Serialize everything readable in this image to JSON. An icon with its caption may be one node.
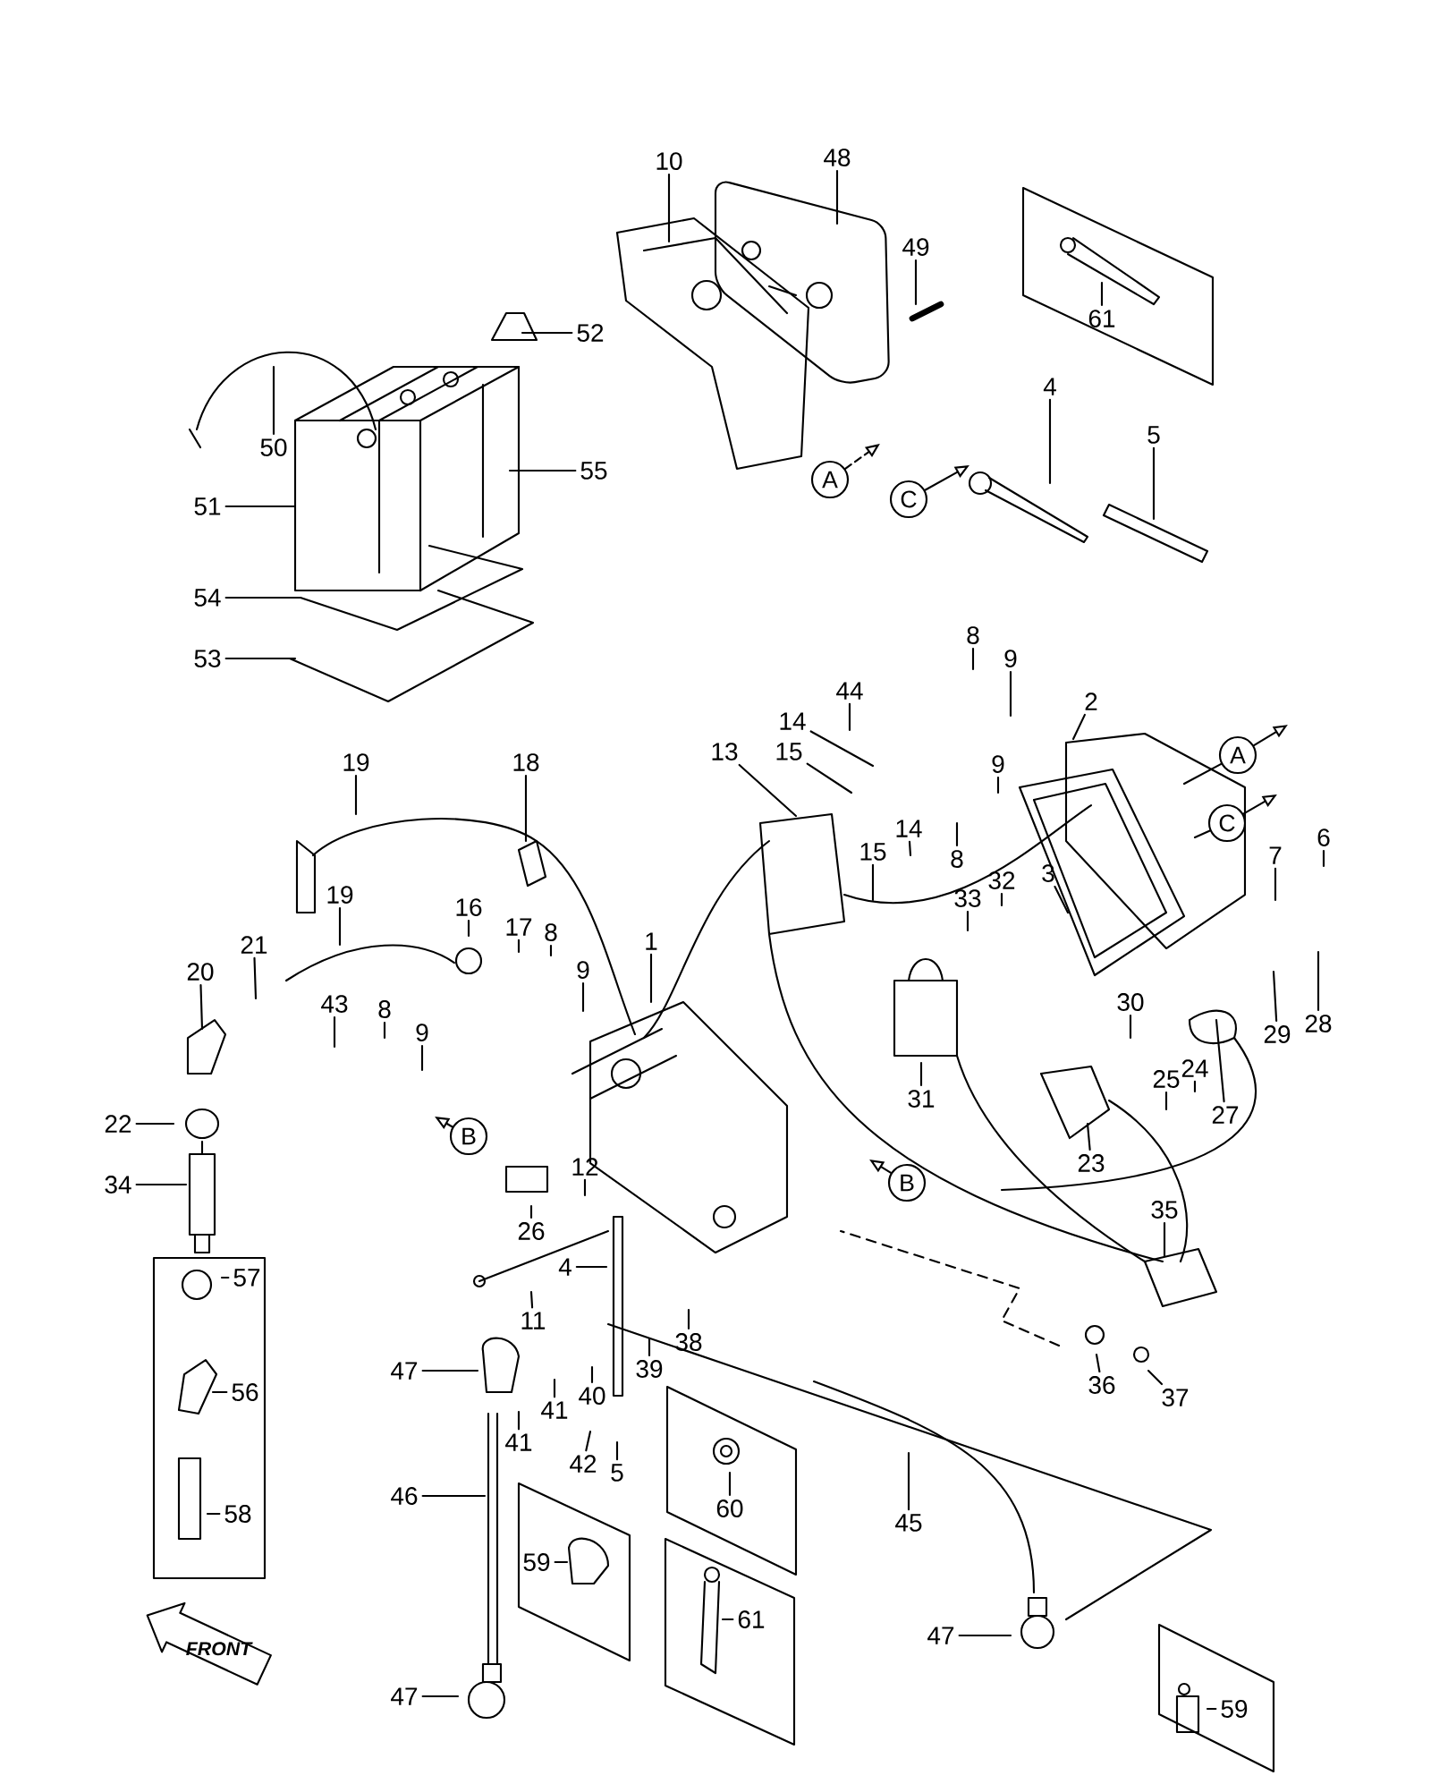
{
  "diagram": {
    "nodes": [
      {
        "text": [
          "10"
        ]
      },
      {
        "text": [
          "48"
        ]
      },
      {
        "text": [
          "49"
        ]
      },
      {
        "text": [
          "52"
        ]
      },
      {
        "text": [
          "50"
        ]
      },
      {
        "text": [
          "55"
        ]
      },
      {
        "text": [
          "51"
        ]
      },
      {
        "text": [
          "54"
        ]
      },
      {
        "text": [
          "53"
        ]
      },
      {
        "text": [],
        "shape": "box"
      },
      {
        "text": [
          "61"
        ],
        "in": 9
      },
      {
        "text": [
          "A"
        ]
      },
      {
        "text": [
          "C"
        ]
      },
      {
        "text": [
          "4"
        ]
      },
      {
        "text": [
          "5"
        ]
      },
      {
        "text": [
          "8"
        ]
      },
      {
        "text": [
          "9"
        ]
      },
      {
        "text": [
          "2"
        ]
      },
      {
        "text": [
          "44"
        ]
      },
      {
        "text": [
          "14"
        ]
      },
      {
        "text": [
          "15"
        ]
      },
      {
        "text": [
          "13"
        ]
      },
      {
        "text": [
          "A"
        ]
      },
      {
        "text": [
          "C"
        ]
      },
      {
        "text": [
          "8"
        ]
      },
      {
        "text": [
          "9"
        ]
      },
      {
        "text": [
          "14"
        ]
      },
      {
        "text": [
          "15"
        ]
      },
      {
        "text": [
          "3"
        ]
      },
      {
        "text": [
          "33"
        ]
      },
      {
        "text": [
          "32"
        ]
      },
      {
        "text": [
          "7"
        ]
      },
      {
        "text": [
          "6"
        ]
      },
      {
        "text": [
          "28"
        ]
      },
      {
        "text": [
          "29"
        ]
      },
      {
        "text": [
          "30"
        ]
      },
      {
        "text": [
          "27"
        ]
      },
      {
        "text": [
          "24"
        ]
      },
      {
        "text": [
          "25"
        ]
      },
      {
        "text": [
          "31"
        ]
      },
      {
        "text": [
          "23"
        ]
      },
      {
        "text": [
          "B"
        ]
      },
      {
        "text": [
          "35"
        ]
      },
      {
        "text": [
          "19"
        ]
      },
      {
        "text": [
          "18"
        ]
      },
      {
        "text": [
          "19"
        ]
      },
      {
        "text": [
          "16"
        ]
      },
      {
        "text": [
          "17"
        ]
      },
      {
        "text": [
          "8"
        ]
      },
      {
        "text": [
          "9"
        ]
      },
      {
        "text": [
          "1"
        ]
      },
      {
        "text": [
          "21"
        ]
      },
      {
        "text": [
          "20"
        ]
      },
      {
        "text": [
          "43"
        ]
      },
      {
        "text": [
          "8"
        ]
      },
      {
        "text": [
          "9"
        ]
      },
      {
        "text": [
          "B"
        ]
      },
      {
        "text": [
          "22"
        ]
      },
      {
        "text": [
          "34"
        ]
      },
      {
        "text": [
          "26"
        ]
      },
      {
        "text": [
          "12"
        ]
      },
      {
        "text": [
          "4"
        ]
      },
      {
        "text": [
          "11"
        ]
      },
      {
        "text": [
          "38"
        ]
      },
      {
        "text": [
          "39"
        ]
      },
      {
        "text": [
          "40"
        ]
      },
      {
        "text": [
          "41"
        ]
      },
      {
        "text": [
          "41"
        ]
      },
      {
        "text": [
          "42"
        ]
      },
      {
        "text": [
          "5"
        ]
      },
      {
        "text": [
          "47"
        ]
      },
      {
        "text": [
          "46"
        ]
      },
      {
        "text": [
          "47"
        ]
      },
      {
        "text": [
          "45"
        ]
      },
      {
        "text": [
          "36"
        ]
      },
      {
        "text": [
          "37"
        ]
      },
      {
        "text": [
          "47"
        ]
      },
      {
        "text": [],
        "shape": "box"
      },
      {
        "text": [
          "57"
        ],
        "in": 77
      },
      {
        "text": [
          "56"
        ],
        "in": 77
      },
      {
        "text": [
          "58"
        ],
        "in": 77
      },
      {
        "text": [],
        "shape": "box"
      },
      {
        "text": [
          "60"
        ],
        "in": 81
      },
      {
        "text": [],
        "shape": "box"
      },
      {
        "text": [
          "59"
        ],
        "in": 83
      },
      {
        "text": [],
        "shape": "box"
      },
      {
        "text": [
          "61"
        ],
        "in": 85
      },
      {
        "text": [],
        "shape": "box"
      },
      {
        "text": [
          "59"
        ],
        "in": 87
      }
    ],
    "edges": [
      {
        "from": 0,
        "to": null,
        "arrow": "none"
      },
      {
        "from": 1,
        "to": null,
        "arrow": "none"
      },
      {
        "from": 2,
        "to": null,
        "arrow": "none"
      },
      {
        "from": 3,
        "to": null,
        "arrow": "none"
      },
      {
        "from": 4,
        "to": null,
        "arrow": "none"
      },
      {
        "from": 5,
        "to": null,
        "arrow": "none"
      },
      {
        "from": 6,
        "to": null,
        "arrow": "none"
      },
      {
        "from": 7,
        "to": null,
        "arrow": "none"
      },
      {
        "from": 8,
        "to": null,
        "arrow": "none"
      },
      {
        "from": 10,
        "to": null,
        "arrow": "none"
      },
      {
        "from": 11,
        "to": null,
        "arrow": "to",
        "style": "dashed"
      },
      {
        "from": 12,
        "to": null,
        "arrow": "to"
      },
      {
        "from": 13,
        "to": null,
        "arrow": "none"
      },
      {
        "from": 14,
        "to": null,
        "arrow": "none"
      },
      {
        "from": 15,
        "to": null,
        "arrow": "none"
      },
      {
        "from": 16,
        "to": null,
        "arrow": "none"
      },
      {
        "from": 17,
        "to": null,
        "arrow": "none"
      },
      {
        "from": 18,
        "to": null,
        "arrow": "none"
      },
      {
        "from": 19,
        "to": null,
        "arrow": "none"
      },
      {
        "from": 20,
        "to": null,
        "arrow": "none"
      },
      {
        "from": 21,
        "to": null,
        "arrow": "none"
      },
      {
        "from": 22,
        "to": null,
        "arrow": "to"
      },
      {
        "from": 22,
        "to": null,
        "arrow": "none"
      },
      {
        "from": 23,
        "to": null,
        "arrow": "to"
      },
      {
        "from": 23,
        "to": null,
        "arrow": "none"
      },
      {
        "from": 24,
        "to": null,
        "arrow": "none"
      },
      {
        "from": 25,
        "to": null,
        "arrow": "none"
      },
      {
        "from": 26,
        "to": null,
        "arrow": "none"
      },
      {
        "from": 27,
        "to": null,
        "arrow": "none"
      },
      {
        "from": 28,
        "to": null,
        "arrow": "none"
      },
      {
        "from": 29,
        "to": null,
        "arrow": "none"
      },
      {
        "from": 30,
        "to": null,
        "arrow": "none"
      },
      {
        "from": 31,
        "to": null,
        "arrow": "none"
      },
      {
        "from": 32,
        "to": null,
        "arrow": "none"
      },
      {
        "from": 33,
        "to": null,
        "arrow": "none"
      },
      {
        "from": 34,
        "to": null,
        "arrow": "none"
      },
      {
        "from": 35,
        "to": null,
        "arrow": "none"
      },
      {
        "from": 36,
        "to": null,
        "arrow": "none"
      },
      {
        "from": 37,
        "to": null,
        "arrow": "none"
      },
      {
        "from": 38,
        "to": null,
        "arrow": "none"
      },
      {
        "from": 39,
        "to": null,
        "arrow": "none"
      },
      {
        "from": 40,
        "to": null,
        "arrow": "none"
      },
      {
        "from": 41,
        "to": null,
        "arrow": "to"
      },
      {
        "from": 42,
        "to": null,
        "arrow": "none"
      },
      {
        "from": 43,
        "to": null,
        "arrow": "none"
      },
      {
        "from": 44,
        "to": null,
        "arrow": "none"
      },
      {
        "from": 45,
        "to": null,
        "arrow": "none"
      },
      {
        "from": 46,
        "to": null,
        "arrow": "none"
      },
      {
        "from": 47,
        "to": null,
        "arrow": "none"
      },
      {
        "from": 48,
        "to": null,
        "arrow": "none"
      },
      {
        "from": 49,
        "to": null,
        "arrow": "none"
      },
      {
        "from": 50,
        "to": null,
        "arrow": "none"
      },
      {
        "from": 51,
        "to": null,
        "arrow": "none"
      },
      {
        "from": 52,
        "to": null,
        "arrow": "none"
      },
      {
        "from": 53,
        "to": null,
        "arrow": "none"
      },
      {
        "from": 54,
        "to": null,
        "arrow": "none"
      },
      {
        "from": 55,
        "to": null,
        "arrow": "none"
      },
      {
        "from": 56,
        "to": null,
        "arrow": "to"
      },
      {
        "from": 57,
        "to": null,
        "arrow": "none"
      },
      {
        "from": 58,
        "to": null,
        "arrow": "none"
      },
      {
        "from": 59,
        "to": null,
        "arrow": "none"
      },
      {
        "from": 60,
        "to": null,
        "arrow": "none"
      },
      {
        "from": 61,
        "to": null,
        "arrow": "none"
      },
      {
        "from": 62,
        "to": null,
        "arrow": "none"
      },
      {
        "from": 63,
        "to": null,
        "arrow": "none"
      },
      {
        "from": 64,
        "to": null,
        "arrow": "none"
      },
      {
        "from": 65,
        "to": null,
        "arrow": "none"
      },
      {
        "from": 66,
        "to": null,
        "arrow": "none"
      },
      {
        "from": 67,
        "to": null,
        "arrow": "none"
      },
      {
        "from": 68,
        "to": null,
        "arrow": "none"
      },
      {
        "from": 69,
        "to": null,
        "arrow": "none"
      },
      {
        "from": 70,
        "to": null,
        "arrow": "none"
      },
      {
        "from": 71,
        "to": null,
        "arrow": "none"
      },
      {
        "from": 72,
        "to": null,
        "arrow": "none"
      },
      {
        "from": 73,
        "to": null,
        "arrow": "none"
      },
      {
        "from": 74,
        "to": null,
        "arrow": "none"
      },
      {
        "from": 75,
        "to": null,
        "arrow": "none"
      },
      {
        "from": 76,
        "to": null,
        "arrow": "none"
      },
      {
        "from": 78,
        "to": null,
        "arrow": "none"
      },
      {
        "from": 79,
        "to": null,
        "arrow": "none"
      },
      {
        "from": 80,
        "to": null,
        "arrow": "none"
      },
      {
        "from": 82,
        "to": null,
        "arrow": "none"
      },
      {
        "from": 84,
        "to": null,
        "arrow": "none"
      },
      {
        "from": 86,
        "to": null,
        "arrow": "none"
      },
      {
        "from": 88,
        "to": null,
        "arrow": "none"
      }
    ],
    "labels": [
      "FRONT"
    ]
  }
}
